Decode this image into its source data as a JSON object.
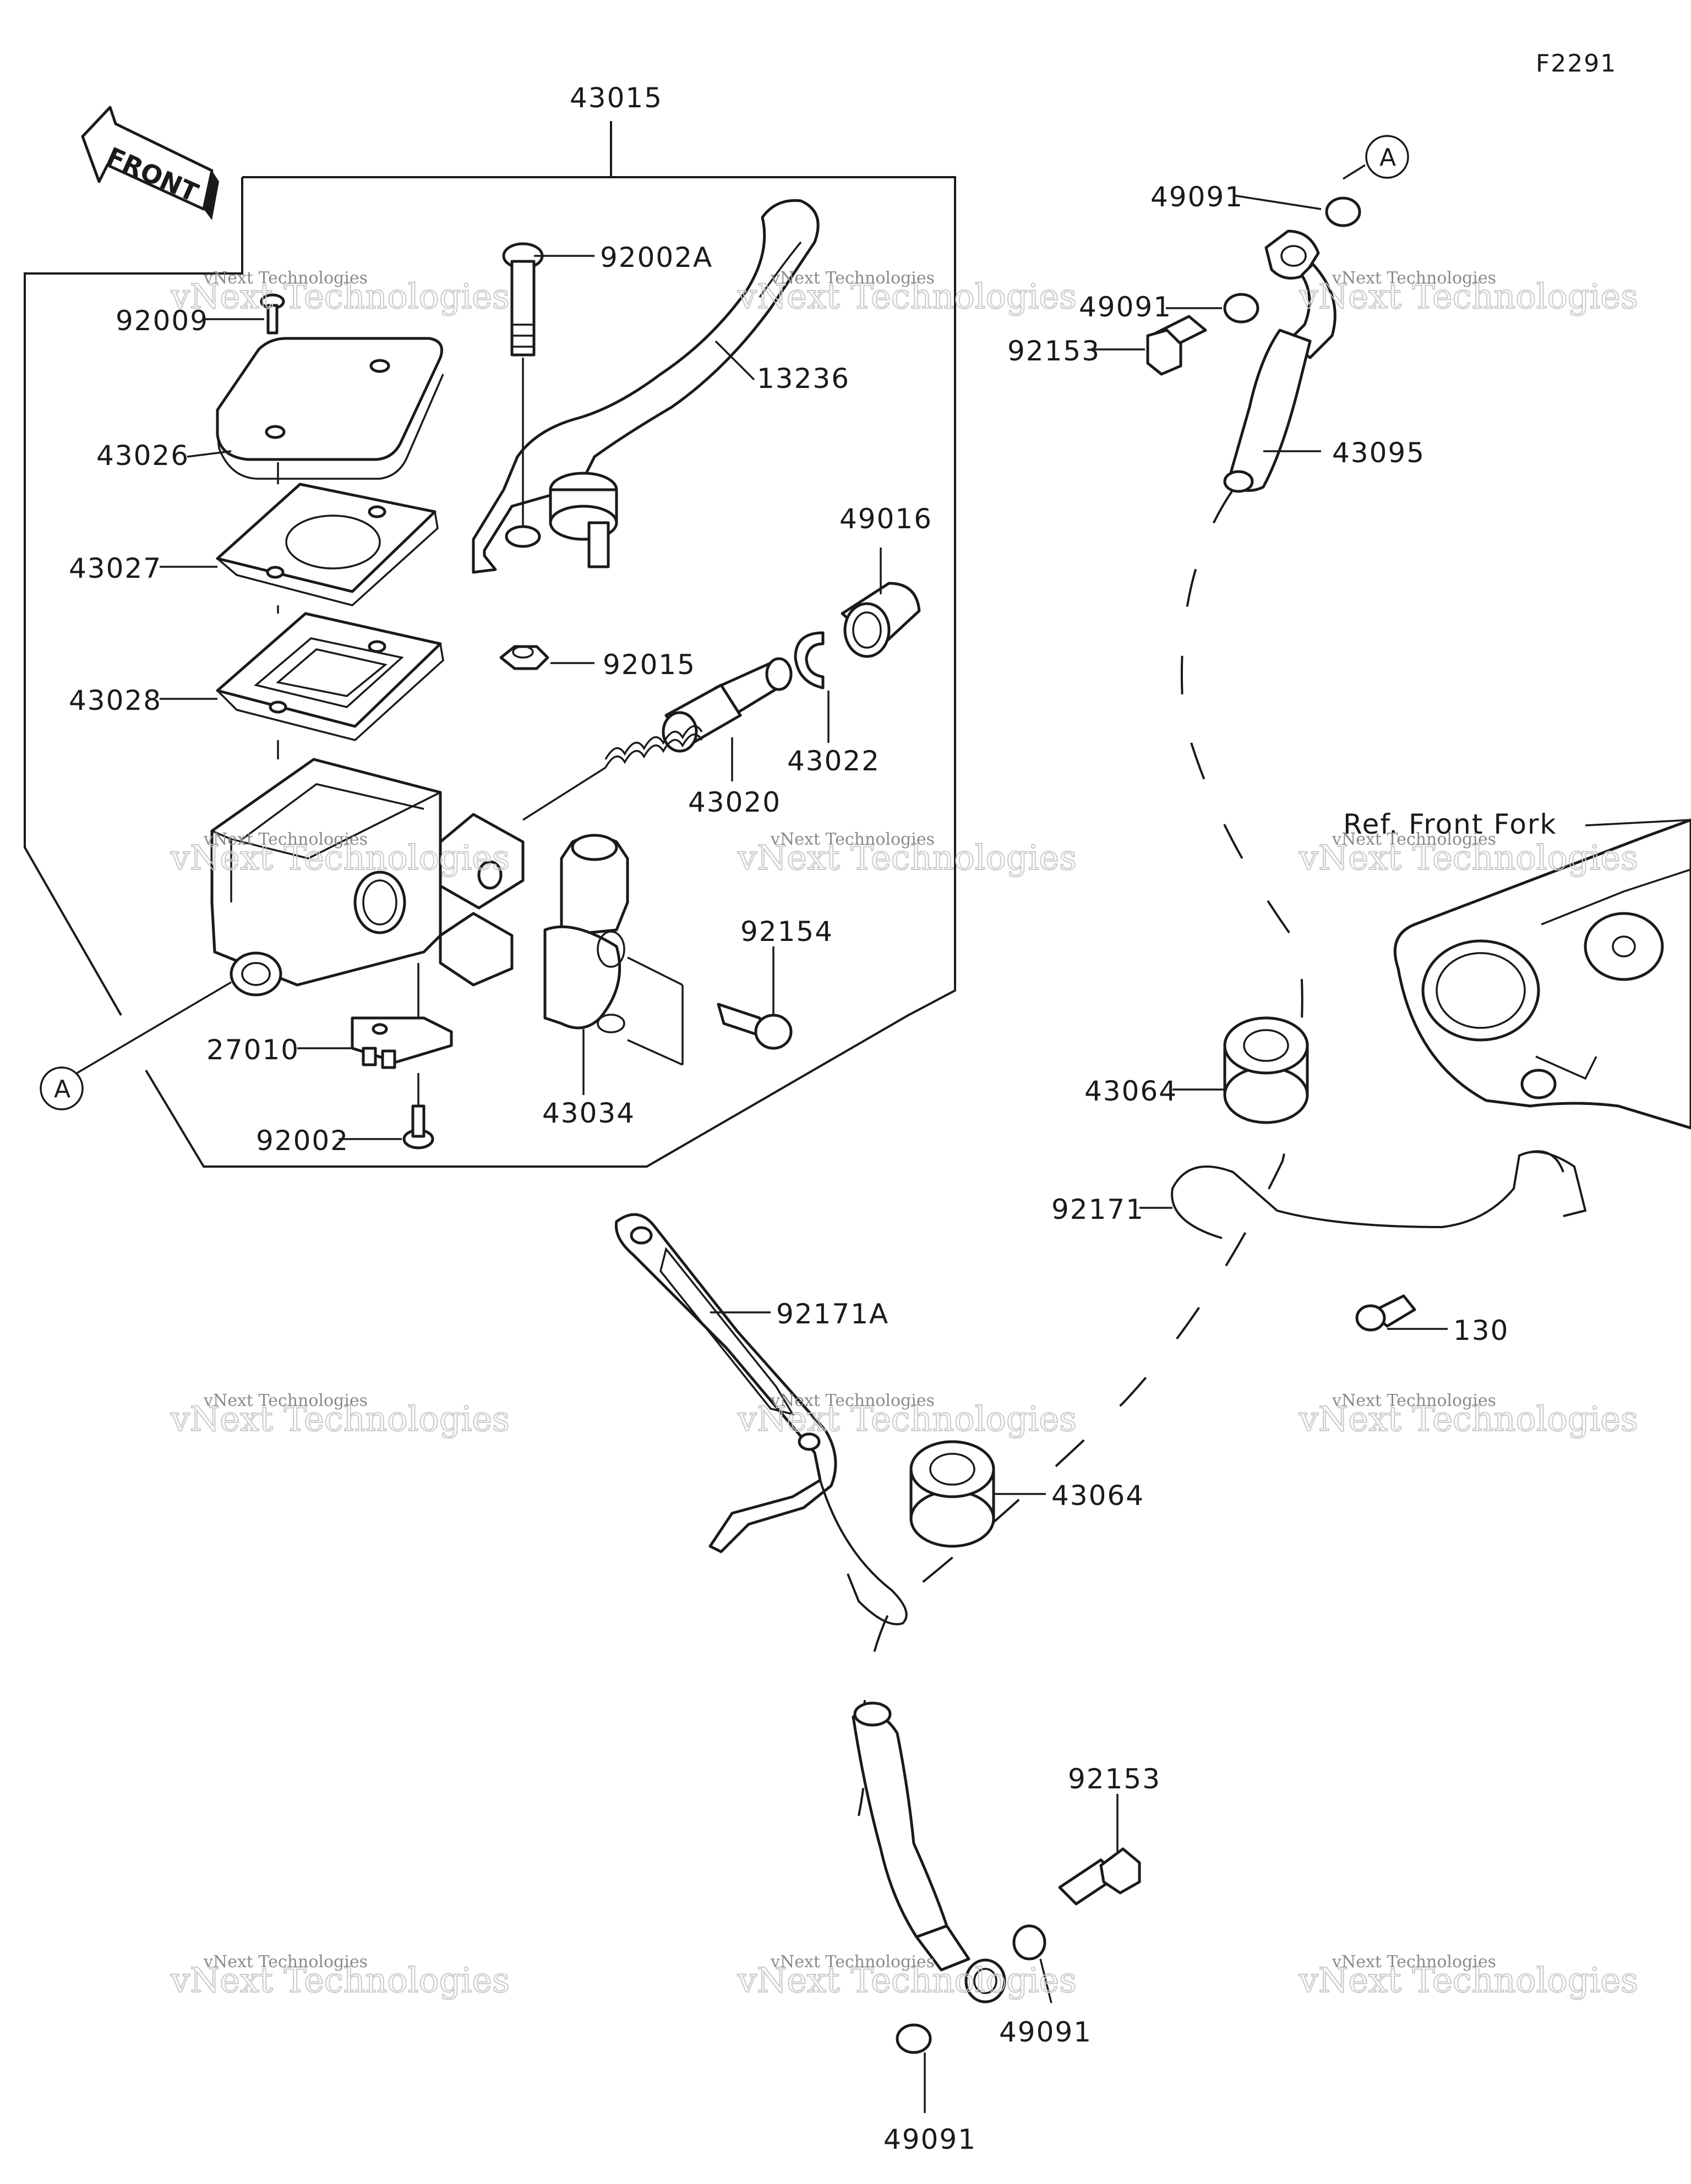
{
  "figure_code": "F2291",
  "front_label": "FRONT",
  "reference_label": "Ref. Front Fork",
  "watermark": {
    "line1": "vNext Technologies",
    "line2": "vNext Technologies"
  },
  "callouts": [
    {
      "id": "c-43015",
      "text": "43015"
    },
    {
      "id": "c-92002A",
      "text": "92002A"
    },
    {
      "id": "c-13236",
      "text": "13236"
    },
    {
      "id": "c-92009",
      "text": "92009"
    },
    {
      "id": "c-43026",
      "text": "43026"
    },
    {
      "id": "c-43027",
      "text": "43027"
    },
    {
      "id": "c-43028",
      "text": "43028"
    },
    {
      "id": "c-49016",
      "text": "49016"
    },
    {
      "id": "c-92015",
      "text": "92015"
    },
    {
      "id": "c-43022",
      "text": "43022"
    },
    {
      "id": "c-43020",
      "text": "43020"
    },
    {
      "id": "c-92154",
      "text": "92154"
    },
    {
      "id": "c-27010",
      "text": "27010"
    },
    {
      "id": "c-43034",
      "text": "43034"
    },
    {
      "id": "c-92002",
      "text": "92002"
    },
    {
      "id": "c-A-left",
      "text": "A"
    },
    {
      "id": "c-A-right",
      "text": "A"
    },
    {
      "id": "c-49091-a",
      "text": "49091"
    },
    {
      "id": "c-49091-b",
      "text": "49091"
    },
    {
      "id": "c-92153-a",
      "text": "92153"
    },
    {
      "id": "c-43095",
      "text": "43095"
    },
    {
      "id": "c-43064-a",
      "text": "43064"
    },
    {
      "id": "c-92171",
      "text": "92171"
    },
    {
      "id": "c-130",
      "text": "130"
    },
    {
      "id": "c-92171A",
      "text": "92171A"
    },
    {
      "id": "c-43064-b",
      "text": "43064"
    },
    {
      "id": "c-92153-b",
      "text": "92153"
    },
    {
      "id": "c-49091-c",
      "text": "49091"
    },
    {
      "id": "c-49091-d",
      "text": "49091"
    }
  ]
}
